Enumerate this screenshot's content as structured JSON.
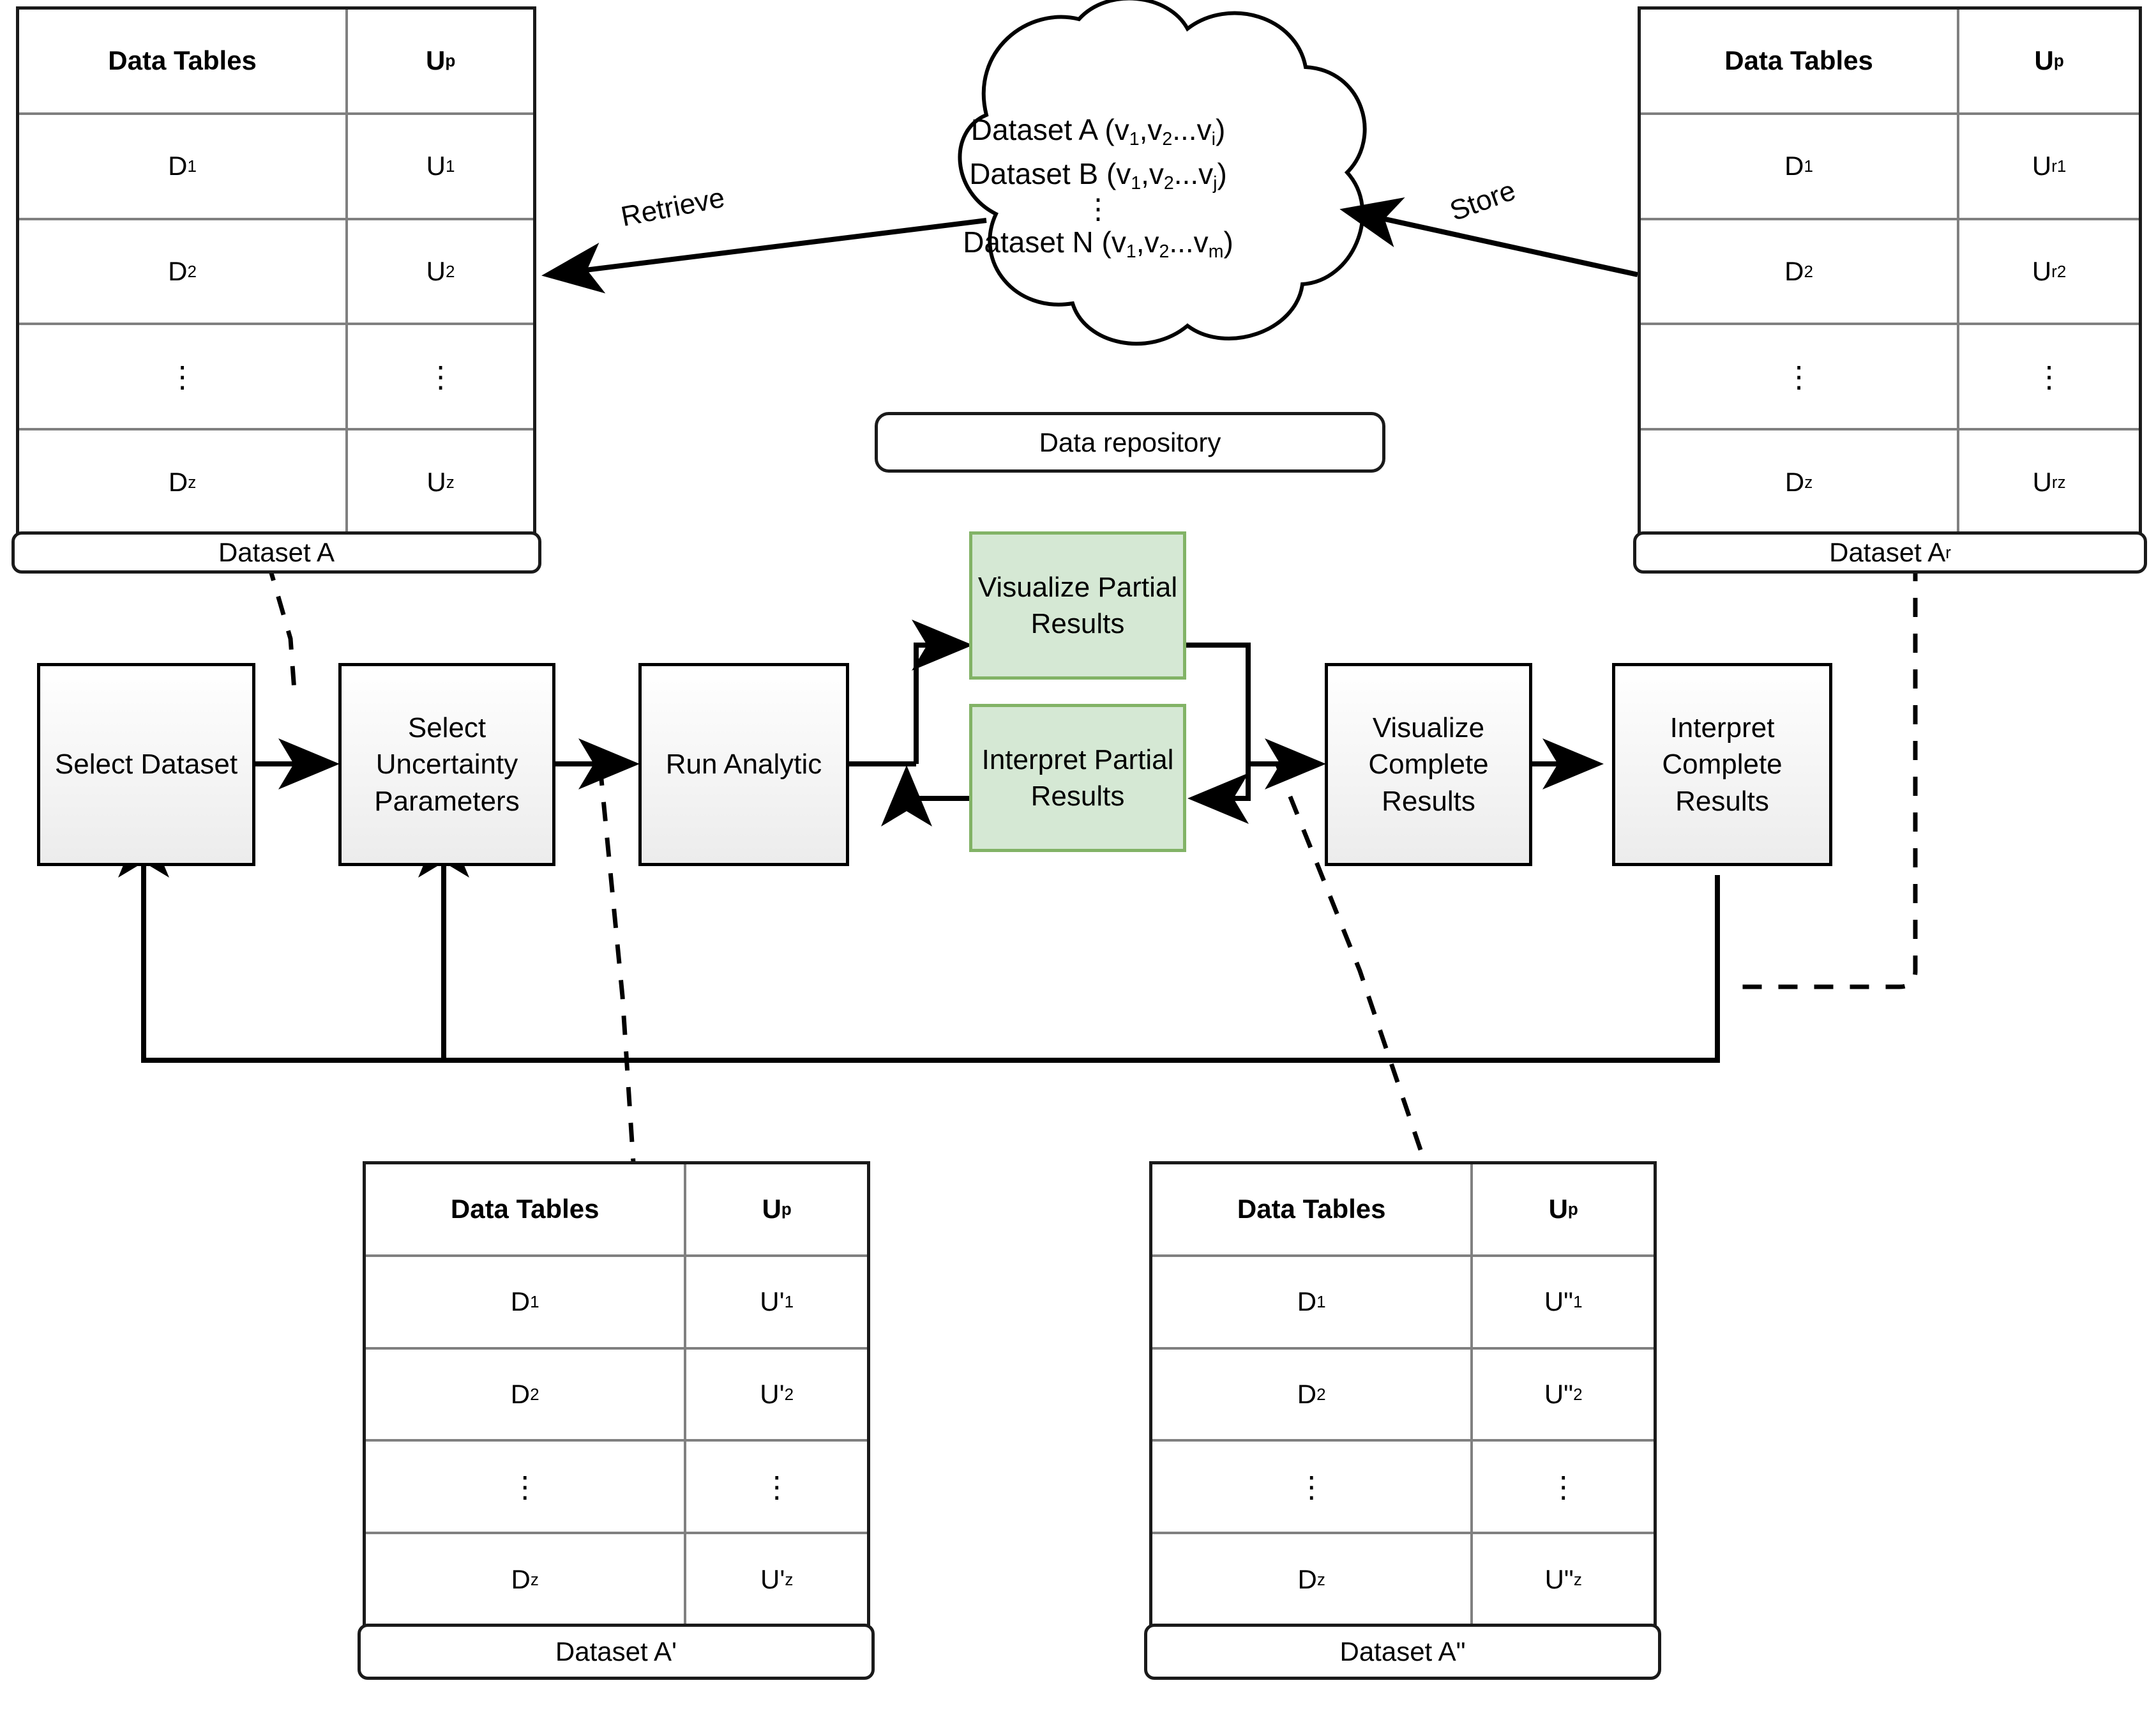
{
  "diagram": {
    "title": "Uncertainty-aware analytic workflow with data repository",
    "colors": {
      "process_fill_top": "#ffffff",
      "process_fill_bottom": "#ececec",
      "process_stroke": "#000000",
      "highlight_fill": "#d5e8d4",
      "highlight_stroke": "#82b366",
      "table_stroke": "#1a1a1a",
      "table_gridline": "#808080"
    }
  },
  "repository": {
    "shape": "cloud",
    "caption": "Data repository",
    "entries": [
      "Dataset A (v₁,v₂...vᵢ)",
      "Dataset B (v₁,v₂...vⱼ)",
      "⋮",
      "Dataset N (v₁,v₂...vₘ)"
    ],
    "lines": {
      "a_prefix": "Dataset A (v",
      "b_prefix": "Dataset B (v",
      "n_prefix": "Dataset N (v"
    }
  },
  "edges": {
    "retrieve_label": "Retrieve",
    "store_label": "Store"
  },
  "tables": {
    "headers": {
      "col1": "Data Tables",
      "col2_base": "U",
      "col2_sub": "p"
    },
    "dataset_a": {
      "caption": "Dataset A",
      "caption_base": "Dataset A",
      "caption_sub": "",
      "rows": [
        {
          "d_base": "D",
          "d_sub": "1",
          "u_base": "U",
          "u_sup": "",
          "u_sub": "1"
        },
        {
          "d_base": "D",
          "d_sub": "2",
          "u_base": "U",
          "u_sup": "",
          "u_sub": "2"
        },
        {
          "d_base": "⋮",
          "d_sub": "",
          "u_base": "⋮",
          "u_sup": "",
          "u_sub": ""
        },
        {
          "d_base": "D",
          "d_sub": "z",
          "u_base": "U",
          "u_sup": "",
          "u_sub": "z"
        }
      ]
    },
    "dataset_ar": {
      "caption": "Dataset A",
      "caption_base": "Dataset A",
      "caption_sub": "r",
      "rows": [
        {
          "d_base": "D",
          "d_sub": "1",
          "u_base": "U",
          "u_sup": "r",
          "u_sub": "1"
        },
        {
          "d_base": "D",
          "d_sub": "2",
          "u_base": "U",
          "u_sup": "r",
          "u_sub": "2"
        },
        {
          "d_base": "⋮",
          "d_sub": "",
          "u_base": "⋮",
          "u_sup": "",
          "u_sub": ""
        },
        {
          "d_base": "D",
          "d_sub": "z",
          "u_base": "U",
          "u_sup": "r",
          "u_sub": "z"
        }
      ]
    },
    "dataset_a_prime": {
      "caption": "Dataset A'",
      "caption_base": "Dataset A'",
      "caption_sub": "",
      "rows": [
        {
          "d_base": "D",
          "d_sub": "1",
          "u_base": "U'",
          "u_sup": "",
          "u_sub": "1"
        },
        {
          "d_base": "D",
          "d_sub": "2",
          "u_base": "U'",
          "u_sup": "",
          "u_sub": "2"
        },
        {
          "d_base": "⋮",
          "d_sub": "",
          "u_base": "⋮",
          "u_sup": "",
          "u_sub": ""
        },
        {
          "d_base": "D",
          "d_sub": "z",
          "u_base": "U'",
          "u_sup": "",
          "u_sub": "z"
        }
      ]
    },
    "dataset_a_dprime": {
      "caption": "Dataset A\"",
      "caption_base": "Dataset A\"",
      "caption_sub": "",
      "rows": [
        {
          "d_base": "D",
          "d_sub": "1",
          "u_base": "U\"",
          "u_sup": "",
          "u_sub": "1"
        },
        {
          "d_base": "D",
          "d_sub": "2",
          "u_base": "U\"",
          "u_sup": "",
          "u_sub": "2"
        },
        {
          "d_base": "⋮",
          "d_sub": "",
          "u_base": "⋮",
          "u_sup": "",
          "u_sub": ""
        },
        {
          "d_base": "D",
          "d_sub": "z",
          "u_base": "U\"",
          "u_sup": "",
          "u_sub": "z"
        }
      ]
    }
  },
  "process": {
    "select_dataset": "Select Dataset",
    "select_uncertainty_parameters": "Select Uncertainty Parameters",
    "run_analytic": "Run Analytic",
    "visualize_partial_results": "Visualize Partial Results",
    "interpret_partial_results": "Interpret Partial Results",
    "visualize_complete_results": "Visualize Complete Results",
    "interpret_complete_results": "Interpret Complete Results"
  }
}
